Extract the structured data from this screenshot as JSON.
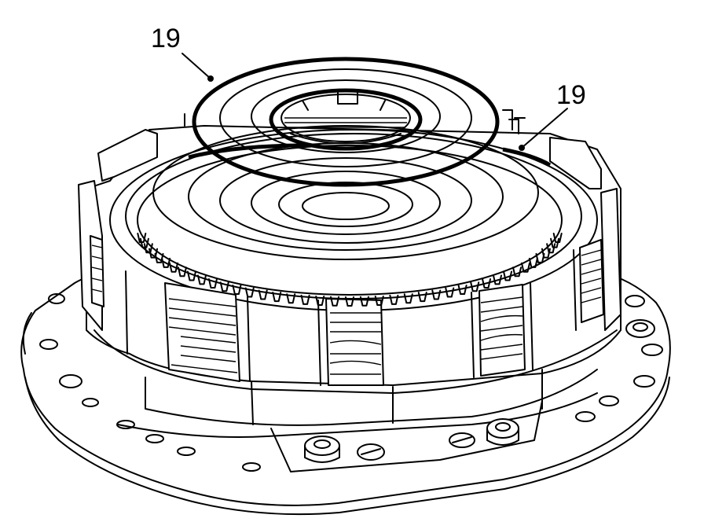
{
  "callouts": [
    {
      "id": "left",
      "label": "19"
    },
    {
      "id": "right",
      "label": "19"
    }
  ]
}
